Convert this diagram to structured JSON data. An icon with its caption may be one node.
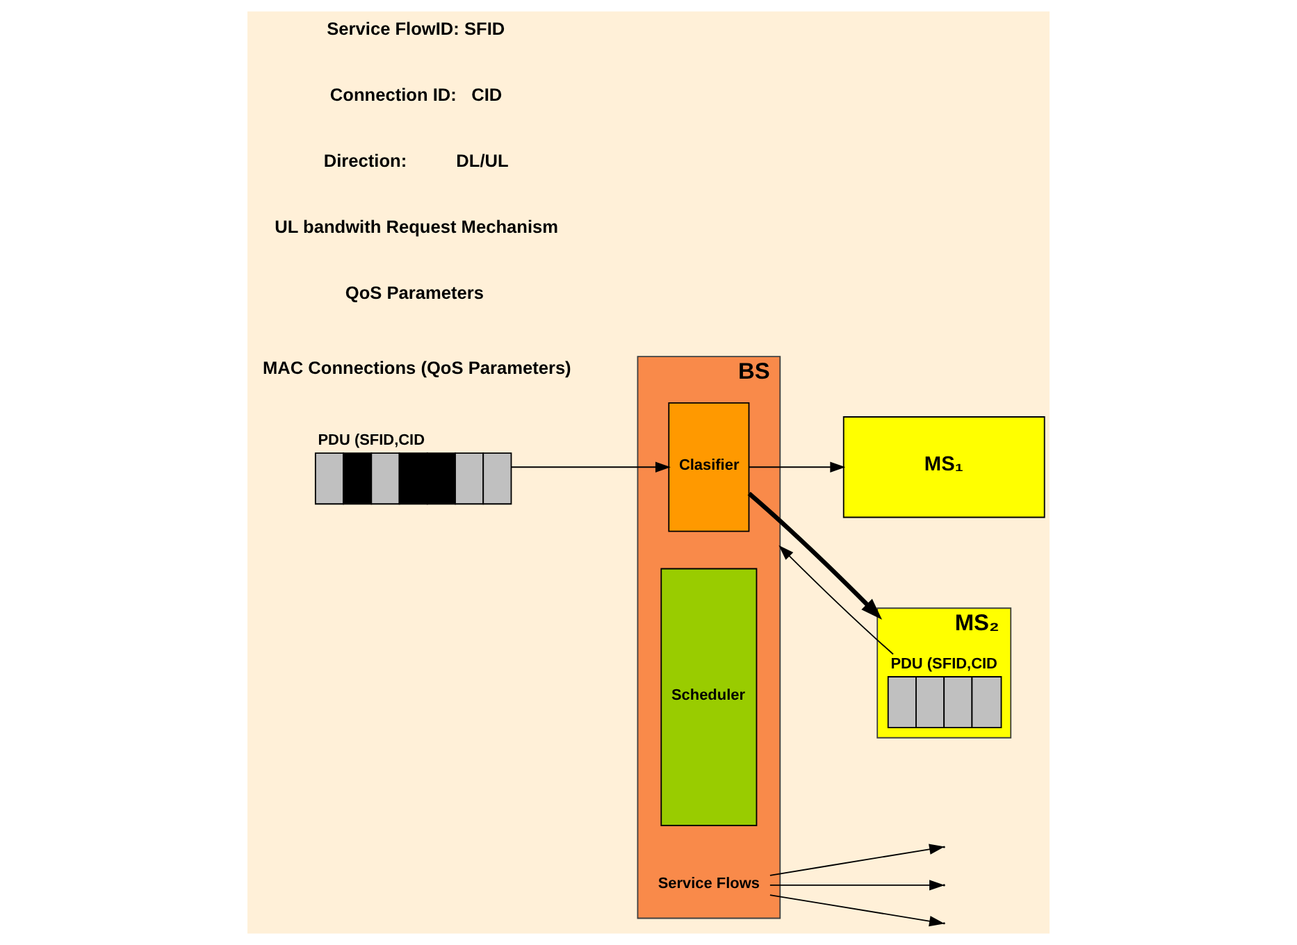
{
  "diagram": {
    "nodes": [
      {
        "text": [
          "BS"
        ]
      },
      {
        "text": [
          "Clasifier"
        ],
        "in": 0
      },
      {
        "text": [
          "Scheduler"
        ],
        "in": 0
      },
      {
        "text": [
          "MS₁"
        ]
      },
      {
        "text": [
          "MS₂"
        ]
      },
      {
        "text": [
          "PDU (SFID,CID"
        ]
      },
      {
        "text": [
          "PDU (SFID,CID"
        ],
        "in": 4
      },
      {
        "text": [
          "Service Flows"
        ],
        "in": 0
      }
    ],
    "edges": [
      {
        "from": 5,
        "to": 1,
        "arrow": "to"
      },
      {
        "from": 1,
        "to": 3,
        "arrow": "to"
      },
      {
        "from": 1,
        "to": 4,
        "arrow": "to",
        "style": "thick"
      },
      {
        "from": 6,
        "to": 0,
        "arrow": "to"
      },
      {
        "from": 7,
        "to": null,
        "arrow": "to"
      },
      {
        "from": 7,
        "to": null,
        "arrow": "to"
      },
      {
        "from": 7,
        "to": null,
        "arrow": "to"
      }
    ],
    "labels": [
      "MAC Connections (QoS Parameters)",
      "Service FlowID: SFID",
      "Connection ID:   CID",
      "Direction:          DL/UL",
      "UL bandwith Request Mechanism",
      "QoS Parameters"
    ]
  }
}
